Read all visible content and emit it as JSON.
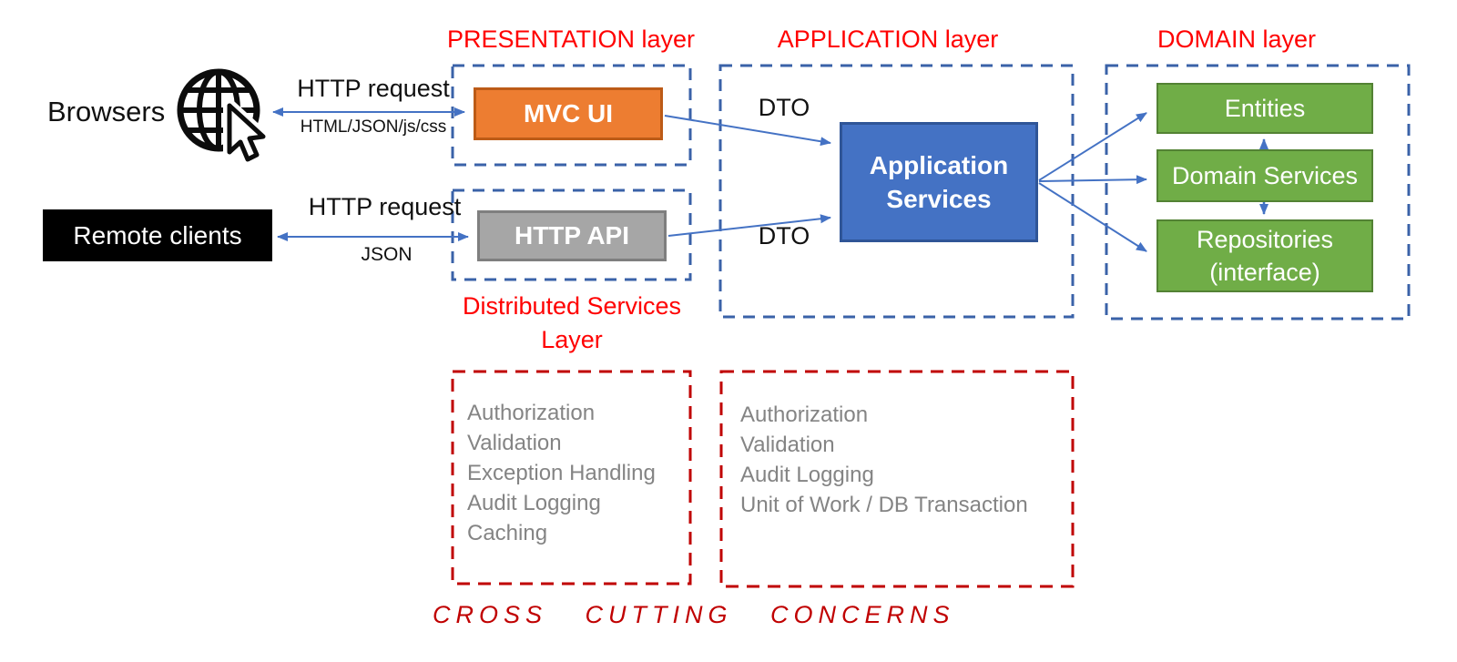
{
  "colors": {
    "heading_red": "#FF0000",
    "dashed_red": "#C00000",
    "dashed_blue": "#3A62A8",
    "arrow_blue": "#4472C4",
    "orange_fill": "#ED7D31",
    "orange_border": "#BC5B17",
    "gray_fill": "#A6A6A6",
    "gray_border": "#7F7F7F",
    "blue_fill": "#4472C4",
    "blue_border": "#2F5597",
    "green_fill": "#70AD47",
    "green_border": "#538234",
    "list_gray": "#848484"
  },
  "icons": {
    "globe": "globe-with-cursor-icon"
  },
  "clients": {
    "browsers_label": "Browsers",
    "remote_clients_label": "Remote clients",
    "browser_arrow_top": "HTTP request",
    "browser_arrow_bottom": "HTML/JSON/js/css",
    "remote_arrow_top": "HTTP request",
    "remote_arrow_bottom": "JSON"
  },
  "layers": {
    "presentation": {
      "title": "PRESENTATION layer",
      "mvc_ui": "MVC UI",
      "http_api": "HTTP API",
      "distributed_label": "Distributed Services Layer"
    },
    "application": {
      "title": "APPLICATION layer",
      "app_services": "Application Services",
      "dto_top": "DTO",
      "dto_bottom": "DTO"
    },
    "domain": {
      "title": "DOMAIN layer",
      "entities": "Entities",
      "domain_services": "Domain Services",
      "repositories": "Repositories (interface)"
    }
  },
  "cross_cutting": {
    "left_items": [
      "Authorization",
      "Validation",
      "Exception Handling",
      "Audit Logging",
      "Caching"
    ],
    "right_items": [
      "Authorization",
      "Validation",
      "Audit Logging",
      "Unit of Work / DB Transaction"
    ],
    "caption": "CROSS CUTTING CONCERNS"
  }
}
